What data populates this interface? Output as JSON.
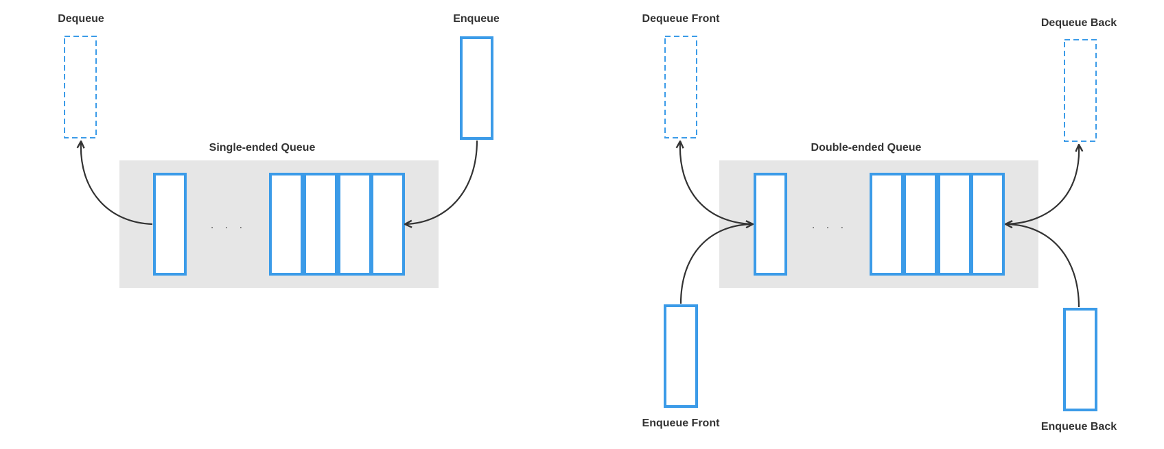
{
  "colors": {
    "cell_stroke": "#3b9be8",
    "queue_background": "#e6e6e6",
    "arrow": "#333333",
    "text": "#333333"
  },
  "single_queue": {
    "title": "Single-ended Queue",
    "dequeue_label": "Dequeue",
    "enqueue_label": "Enqueue",
    "ellipsis": ". . ."
  },
  "double_queue": {
    "title": "Double-ended Queue",
    "dequeue_front_label": "Dequeue Front",
    "dequeue_back_label": "Dequeue Back",
    "enqueue_front_label": "Enqueue Front",
    "enqueue_back_label": "Enqueue Back",
    "ellipsis": ". . ."
  }
}
